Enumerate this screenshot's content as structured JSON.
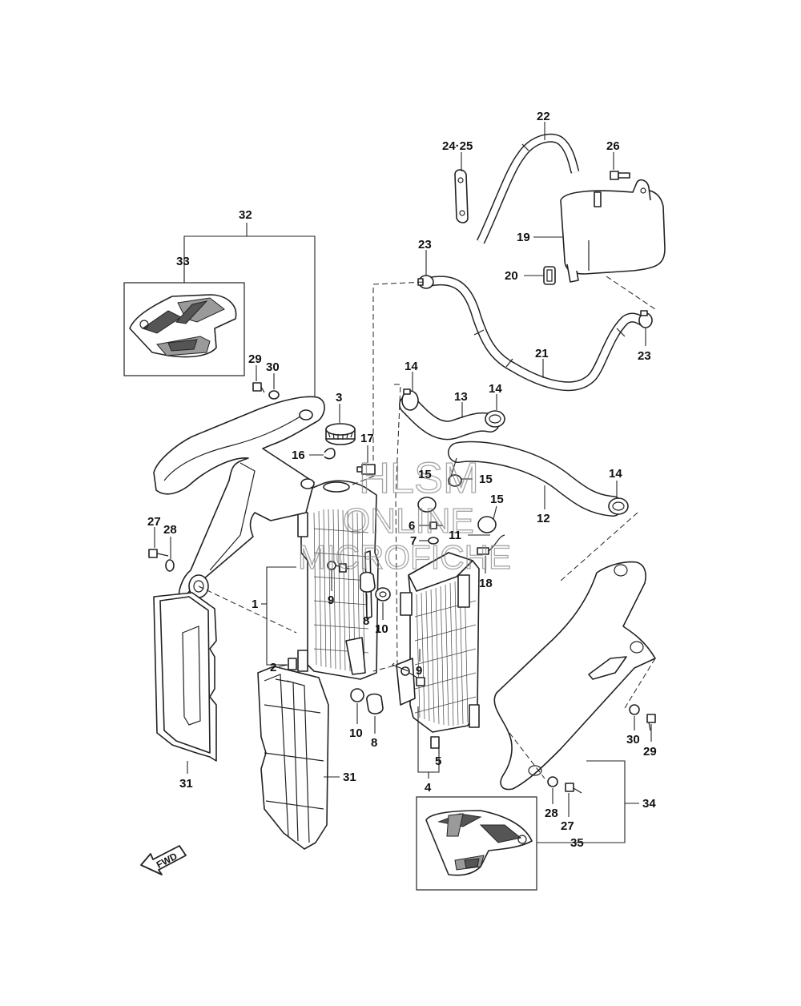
{
  "watermark": {
    "line1": "HLSM",
    "line2": "ONLINE",
    "line3": "MICROFICHE"
  },
  "fwd_label": "FWD",
  "callouts": {
    "c1": "1",
    "c2": "2",
    "c3": "3",
    "c4": "4",
    "c5": "5",
    "c6": "6",
    "c7": "7",
    "c8a": "8",
    "c8b": "8",
    "c9a": "9",
    "c9b": "9",
    "c10a": "10",
    "c10b": "10",
    "c11": "11",
    "c12": "12",
    "c13": "13",
    "c14a": "14",
    "c14b": "14",
    "c14c": "14",
    "c15a": "15",
    "c15b": "15",
    "c15c": "15",
    "c16": "16",
    "c17": "17",
    "c18": "18",
    "c19": "19",
    "c20": "20",
    "c21": "21",
    "c22": "22",
    "c23a": "23",
    "c23b": "23",
    "c2425": "24·25",
    "c26": "26",
    "c27a": "27",
    "c27b": "27",
    "c28a": "28",
    "c28b": "28",
    "c29a": "29",
    "c29b": "29",
    "c30a": "30",
    "c30b": "30",
    "c31a": "31",
    "c31b": "31",
    "c32": "32",
    "c33": "33",
    "c34": "34",
    "c35": "35"
  }
}
